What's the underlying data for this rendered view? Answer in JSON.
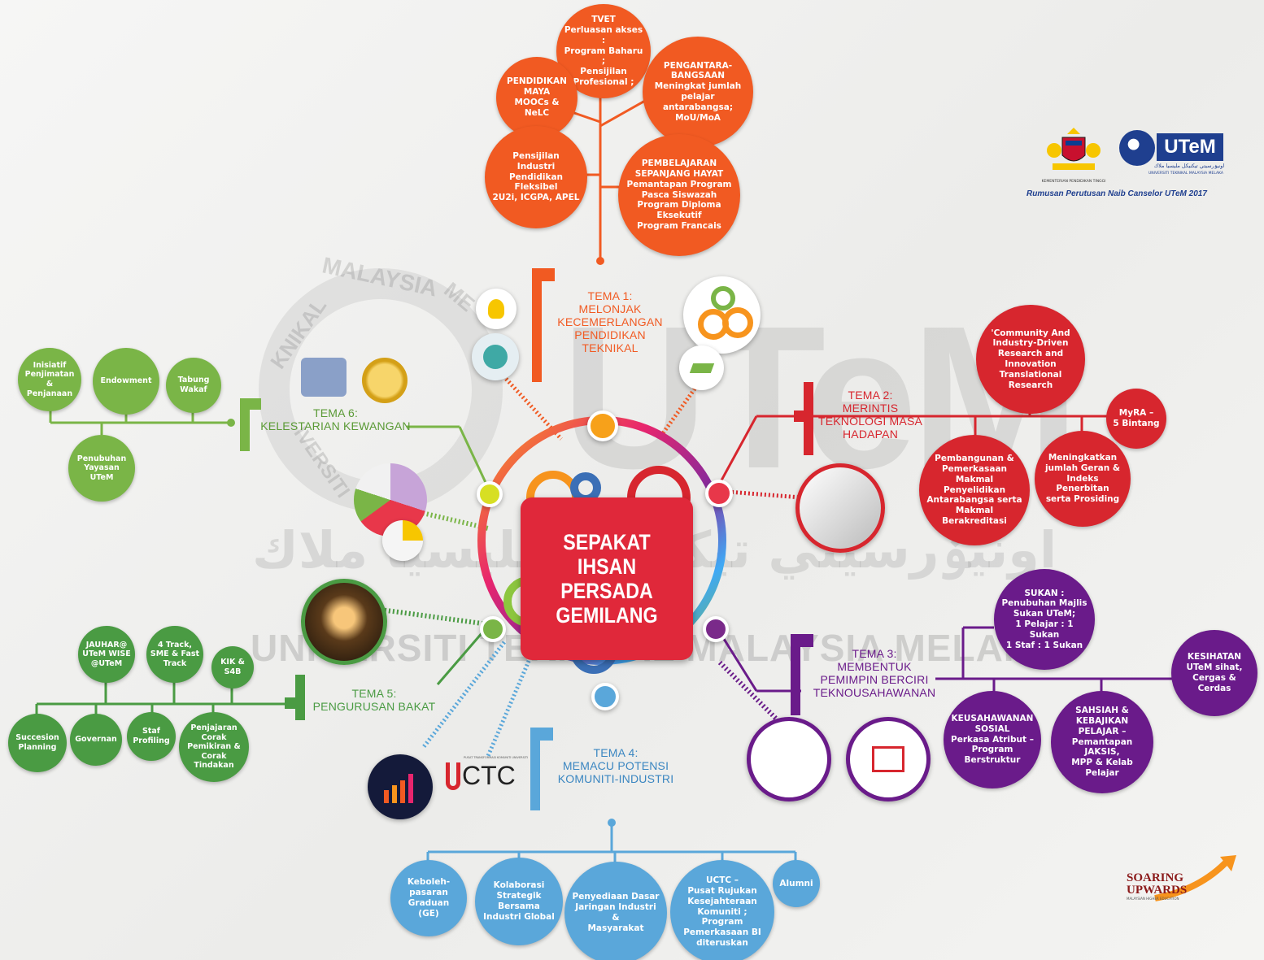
{
  "center": {
    "title": "SEPAKAT IHSAN\nPERSADA\nGEMILANG"
  },
  "watermark": {
    "arc_top": "MALAYSIA",
    "arc_left": "KNIKAL",
    "arc_bottom": "IVERSITI",
    "utem": "UTeM",
    "arabic": "اونيۏرسيتي تيكنيكل مليسيا ملاك",
    "band": "UNIVERSITI TEKNIKAL MALAYSIA MELAKA",
    "arc_right": "ME"
  },
  "header": {
    "ministry_caption": "KEMENTERIAN PENDIDIKAN TINGGI",
    "utem_logo": "UTeM",
    "utem_jawi": "اونيۏرسيتي تيكنيكل مليسيا ملاك",
    "utem_caption": "UNIVERSITI TEKNIKAL MALAYSIA MELAKA",
    "subtitle": "Rumusan Perutusan Naib Canselor UTeM 2017"
  },
  "soaring": {
    "line1": "SOARING",
    "line2": "UPWARDS",
    "caption": "MALAYSIAN HIGHER EDUCATION"
  },
  "uctc_logo": {
    "text": "CTC",
    "caption": "PUSAT TRANSFORMASI KOMUNITI UNIVERSITI"
  },
  "colors": {
    "orange": "#f15a22",
    "red": "#d7262e",
    "purple": "#6a1b8a",
    "blue": "#5aa7da",
    "green": "#7ab547",
    "green_dark": "#4a9b43",
    "pink": "#e8256d"
  },
  "themes": [
    {
      "id": "tema1",
      "title": "TEMA 1:\nMELONJAK\nKECEMERLANGAN\nPENDIDIKAN\nTEKNIKAL",
      "color": "#f15a22",
      "items": [
        "TVET\nPerluasan akses :\nProgram Baharu ;\nPensijilan\nProfesional ;",
        "PENDIDIKAN\nMAYA\nMOOCs &\nNeLC",
        "PENGANTARA-\nBANGSAAN\nMeningkat jumlah\npelajar\nantarabangsa;\nMoU/MoA",
        "Pensijilan\nIndustri\nPendidikan Fleksibel\n2U2i, ICGPA, APEL",
        "PEMBELAJARAN\nSEPANJANG HAYAT\nPemantapan Program\nPasca Siswazah\nProgram Diploma\nEksekutif\nProgram Francais"
      ]
    },
    {
      "id": "tema2",
      "title": "TEMA 2:\nMERINTIS\nTEKNOLOGI MASA\nHADAPAN",
      "color": "#d7262e",
      "items": [
        "'Community And\nIndustry-Driven\nResearch and\nInnovation\nTranslational\nResearch",
        "MyRA –\n5 Bintang",
        "Pembangunan &\nPemerkasaan\nMakmal Penyelidikan\nAntarabangsa serta\nMakmal\nBerakreditasi",
        "Meningkatkan\njumlah Geran &\nIndeks\nPenerbitan\nserta Prosiding"
      ]
    },
    {
      "id": "tema3",
      "title": "TEMA 3:\nMEMBENTUK\nPEMIMPIN BERCIRI\nTEKNOUSAHAWANAN",
      "color": "#6a1b8a",
      "items": [
        "SUKAN :\nPenubuhan Majlis\nSukan UTeM;\n1 Pelajar  : 1 Sukan\n1 Staf : 1 Sukan",
        "KESIHATAN\nUTeM sihat,\nCergas & Cerdas",
        "KEUSAHAWANAN\nSOSIAL\nPerkasa Atribut –\nProgram\nBerstruktur",
        "SAHSIAH &\nKEBAJIKAN\nPELAJAR –\nPemantapan JAKSIS,\nMPP & Kelab\nPelajar"
      ]
    },
    {
      "id": "tema4",
      "title": "TEMA 4:\nMEMACU POTENSI\nKOMUNITI-INDUSTRI",
      "color": "#5aa7da",
      "items": [
        "Keboleh-\npasaran\nGraduan (GE)",
        "Kolaborasi\nStrategik\nBersama\nIndustri Global",
        "Penyediaan Dasar\nJaringan Industri &\nMasyarakat",
        "UCTC –\nPusat Rujukan\nKesejahteraan\nKomuniti ; Program\nPemerkasaan BI\nditeruskan",
        "Alumni"
      ]
    },
    {
      "id": "tema5",
      "title": "TEMA 5:\nPENGURUSAN BAKAT",
      "color": "#4a9b43",
      "items": [
        "JAUHAR@\nUTeM WISE\n@UTeM",
        "4 Track,\nSME & Fast\nTrack",
        "KIK &\nS4B",
        "Succesion\nPlanning",
        "Governan",
        "Staf\nProfiling",
        "Penjajaran\nCorak\nPemikiran &\nCorak\nTindakan"
      ]
    },
    {
      "id": "tema6",
      "title": "TEMA 6:\nKELESTARIAN KEWANGAN",
      "color": "#7ab547",
      "items": [
        "Inisiatif\nPenjimatan\n&\nPenjanaan",
        "Endowment",
        "Tabung\nWakaf",
        "Penubuhan\nYayasan\nUTeM"
      ]
    }
  ]
}
